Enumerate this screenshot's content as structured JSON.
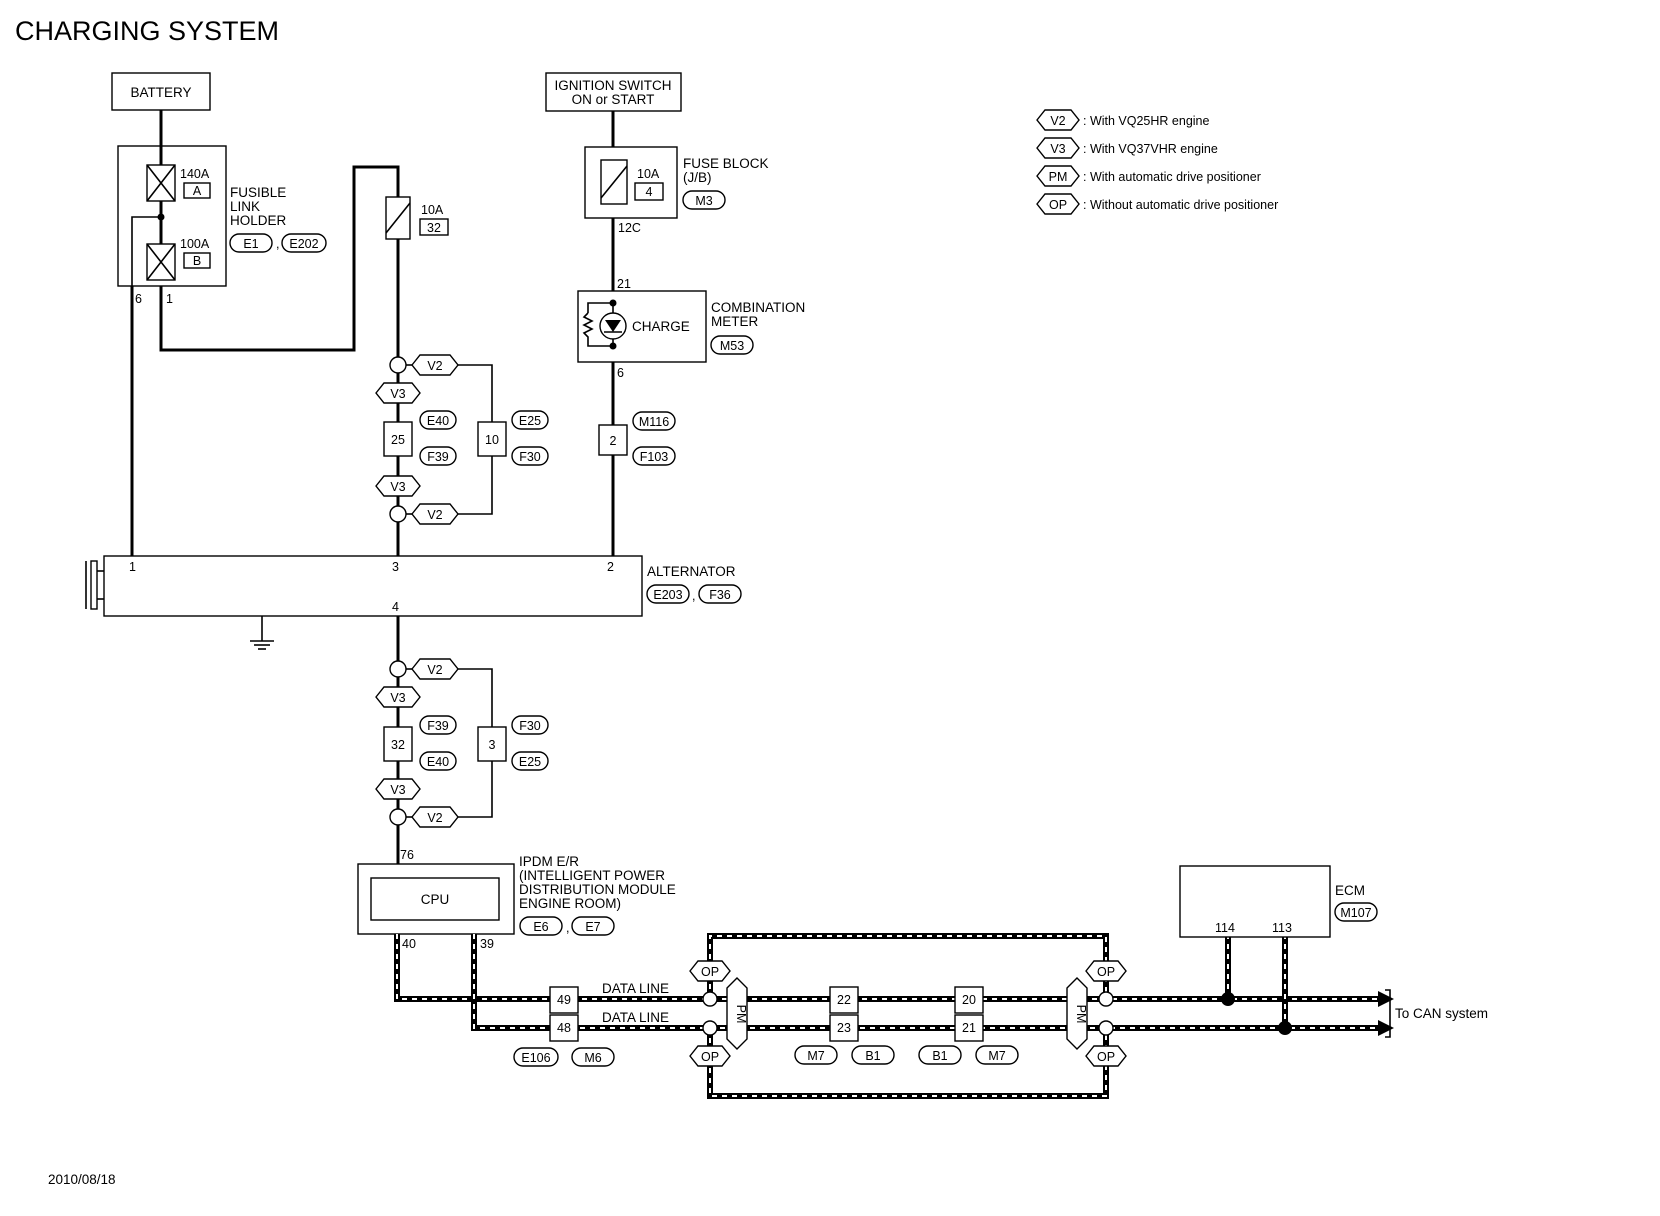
{
  "title": "CHARGING SYSTEM",
  "date": "2010/08/18",
  "legend": [
    {
      "code": "V2",
      "text": ": With VQ25HR engine"
    },
    {
      "code": "V3",
      "text": ": With VQ37VHR engine"
    },
    {
      "code": "PM",
      "text": ": With automatic drive positioner"
    },
    {
      "code": "OP",
      "text": ": Without automatic drive positioner"
    }
  ],
  "battery": "BATTERY",
  "ignition": {
    "line1": "IGNITION SWITCH",
    "line2": "ON or START"
  },
  "fusible_link": {
    "fuse1_amp": "140A",
    "fuse1_id": "A",
    "fuse2_amp": "100A",
    "fuse2_id": "B",
    "name1": "FUSIBLE",
    "name2": "LINK",
    "name3": "HOLDER",
    "conn1": "E1",
    "conn2": "E202",
    "pin_left": "6",
    "pin_right": "1"
  },
  "fuse_10a_32": {
    "amp": "10A",
    "id": "32"
  },
  "fuse_block": {
    "amp": "10A",
    "id": "4",
    "name1": "FUSE BLOCK",
    "name2": "(J/B)",
    "conn": "M3",
    "pin": "12C"
  },
  "combination_meter": {
    "pin_top": "21",
    "pin_bottom": "6",
    "lamp": "CHARGE",
    "name1": "COMBINATION",
    "name2": "METER",
    "conn": "M53"
  },
  "upper_joint": {
    "v2_top": "V2",
    "v3_top": "V3",
    "pin_v3": "25",
    "pin_v2": "10",
    "conn_e40": "E40",
    "conn_f39": "F39",
    "conn_e25": "E25",
    "conn_f30": "F30",
    "v3_bottom": "V3",
    "v2_bottom": "V2"
  },
  "meter_joint": {
    "pin": "2",
    "conn1": "M116",
    "conn2": "F103"
  },
  "alternator": {
    "name": "ALTERNATOR",
    "conn1": "E203",
    "conn2": "F36",
    "pin1": "1",
    "pin3": "3",
    "pin2": "2",
    "pin4": "4"
  },
  "lower_joint": {
    "v2_top": "V2",
    "v3_top": "V3",
    "pin_v3": "32",
    "pin_v2": "3",
    "conn_f39": "F39",
    "conn_e40": "E40",
    "conn_f30": "F30",
    "conn_e25": "E25",
    "v3_bottom": "V3",
    "v2_bottom": "V2"
  },
  "ipdm": {
    "pin_in": "76",
    "cpu": "CPU",
    "name1": "IPDM E/R",
    "name2": "(INTELLIGENT POWER",
    "name3": "DISTRIBUTION MODULE",
    "name4": "ENGINE ROOM)",
    "conn1": "E6",
    "conn2": "E7",
    "pin40": "40",
    "pin39": "39"
  },
  "data_line": {
    "label_upper": "DATA LINE",
    "label_lower": "DATA LINE",
    "pin49": "49",
    "pin48": "48",
    "conn1": "E106",
    "conn2": "M6",
    "op": "OP",
    "pm": "PM",
    "pin22": "22",
    "pin23": "23",
    "conn3": "M7",
    "conn4": "B1",
    "pin20": "20",
    "pin21": "21",
    "conn5": "B1",
    "conn6": "M7",
    "to_can": "To CAN system"
  },
  "ecm": {
    "name": "ECM",
    "conn": "M107",
    "pin114": "114",
    "pin113": "113"
  }
}
